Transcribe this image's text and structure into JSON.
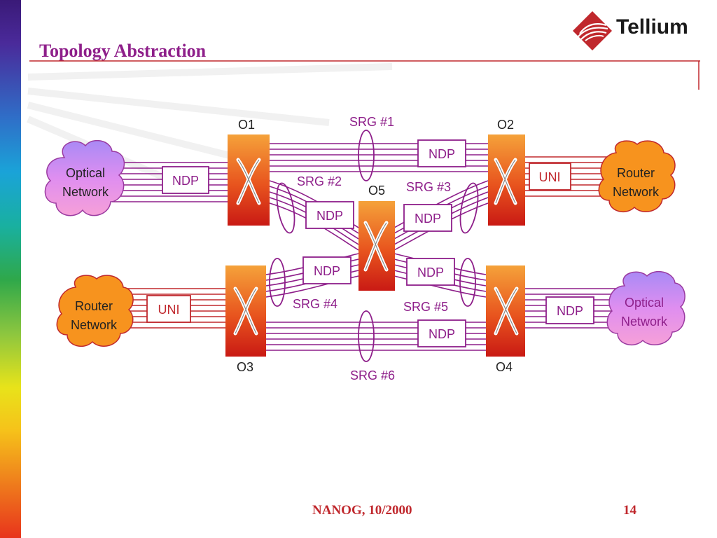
{
  "title": "Topology Abstraction",
  "logo": {
    "text": "Tellium"
  },
  "footer": {
    "left": "NANOG, 10/2000",
    "right": "14"
  },
  "colors": {
    "purple": "#8e1f8a",
    "red": "#c0282d"
  },
  "diagram": {
    "nodes": {
      "o1": "O1",
      "o2": "O2",
      "o3": "O3",
      "o4": "O4",
      "o5": "O5"
    },
    "clouds": {
      "optical_left": [
        "Optical",
        "Network"
      ],
      "router_right": [
        "Router",
        "Network"
      ],
      "router_left": [
        "Router",
        "Network"
      ],
      "optical_right": [
        "Optical",
        "Network"
      ]
    },
    "srg": {
      "s1": "SRG #1",
      "s2": "SRG #2",
      "s3": "SRG #3",
      "s4": "SRG #4",
      "s5": "SRG #5",
      "s6": "SRG #6"
    },
    "boxes": {
      "ndp_optical_left": "NDP",
      "ndp_o1_o2": "NDP",
      "uni_o2_router": "UNI",
      "ndp_o1_o5": "NDP",
      "ndp_o5_o2": "NDP",
      "ndp_o3_o5": "NDP",
      "ndp_o5_o4": "NDP",
      "uni_router_o3": "UNI",
      "ndp_o3_o4": "NDP",
      "ndp_o4_optical": "NDP"
    }
  }
}
